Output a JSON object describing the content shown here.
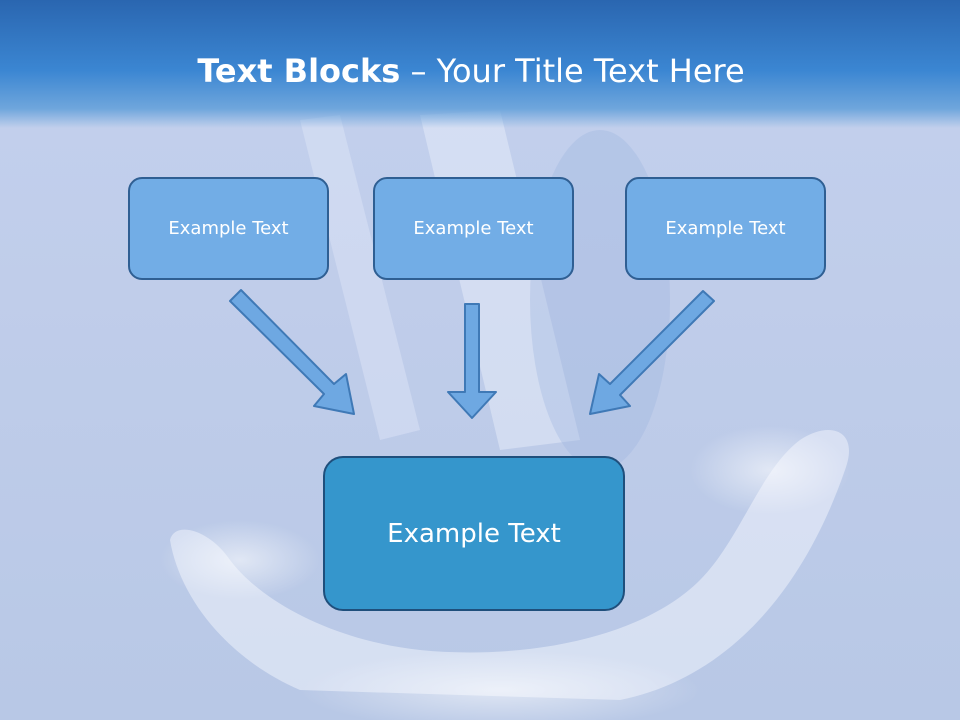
{
  "title": {
    "bold": "Text Blocks",
    "dash": " – ",
    "rest": "Your Title Text Here"
  },
  "boxes": {
    "left": "Example Text",
    "center": "Example Text",
    "right": "Example Text",
    "main": "Example Text"
  },
  "colors": {
    "title_band": "#3b86d2",
    "box_fill": "#72ade6",
    "main_box_fill": "#3596cc",
    "arrow_fill": "#6ea8e2",
    "border": "#2f5f93"
  }
}
